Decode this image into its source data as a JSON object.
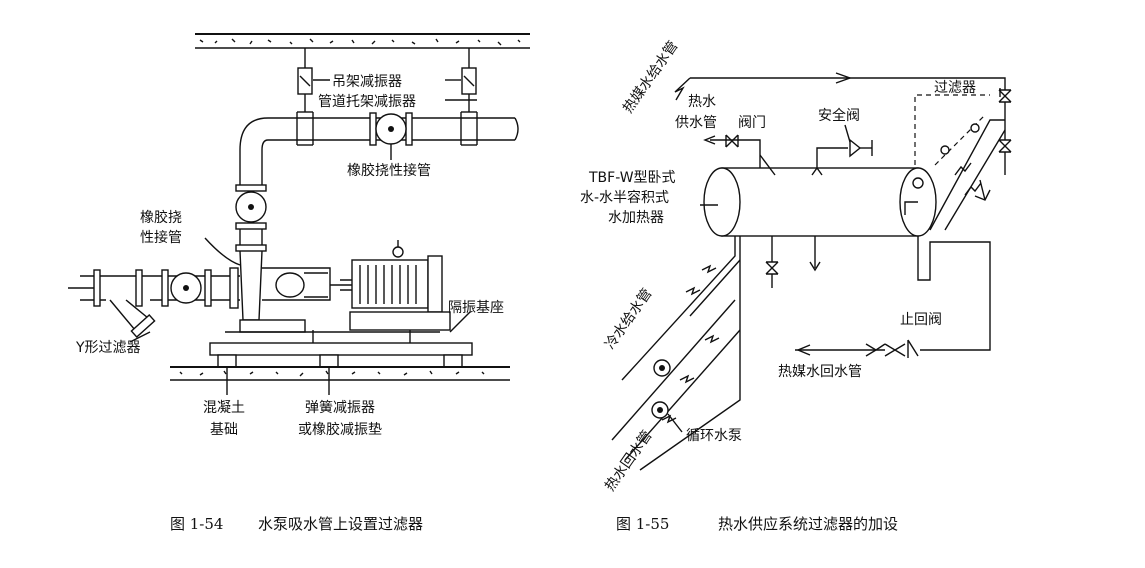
{
  "figure_left": {
    "labels": {
      "hanger_damper": "吊架减振器",
      "pipe_support_damper": "管道托架减振器",
      "rubber_joint_top": "橡胶挠性接管",
      "rubber_joint_left_1": "橡胶挠",
      "rubber_joint_left_2": "性接管",
      "y_filter": "Y形过滤器",
      "isolation_base": "隔振基座",
      "concrete_1": "混凝土",
      "concrete_2": "基础",
      "spring_damper_1": "弹簧减振器",
      "spring_damper_2": "或橡胶减振垫"
    },
    "caption": {
      "number": "图 1-54",
      "text": "水泵吸水管上设置过滤器"
    }
  },
  "figure_right": {
    "labels": {
      "heat_medium_supply": "热媒水给水管",
      "hot_water_supply_1": "热水",
      "hot_water_supply_2": "供水管",
      "valve": "阀门",
      "safety_valve": "安全阀",
      "filter": "过滤器",
      "heater_1": "TBF-W型卧式",
      "heater_2": "水-水半容积式",
      "heater_3": "水加热器",
      "cold_water_supply": "冷水给水管",
      "check_valve": "止回阀",
      "heat_medium_return": "热媒水回水管",
      "circulation_pump": "循环水泵",
      "hot_water_return": "热水回水管"
    },
    "caption": {
      "number": "图 1-55",
      "text": "热水供应系统过滤器的加设"
    }
  }
}
